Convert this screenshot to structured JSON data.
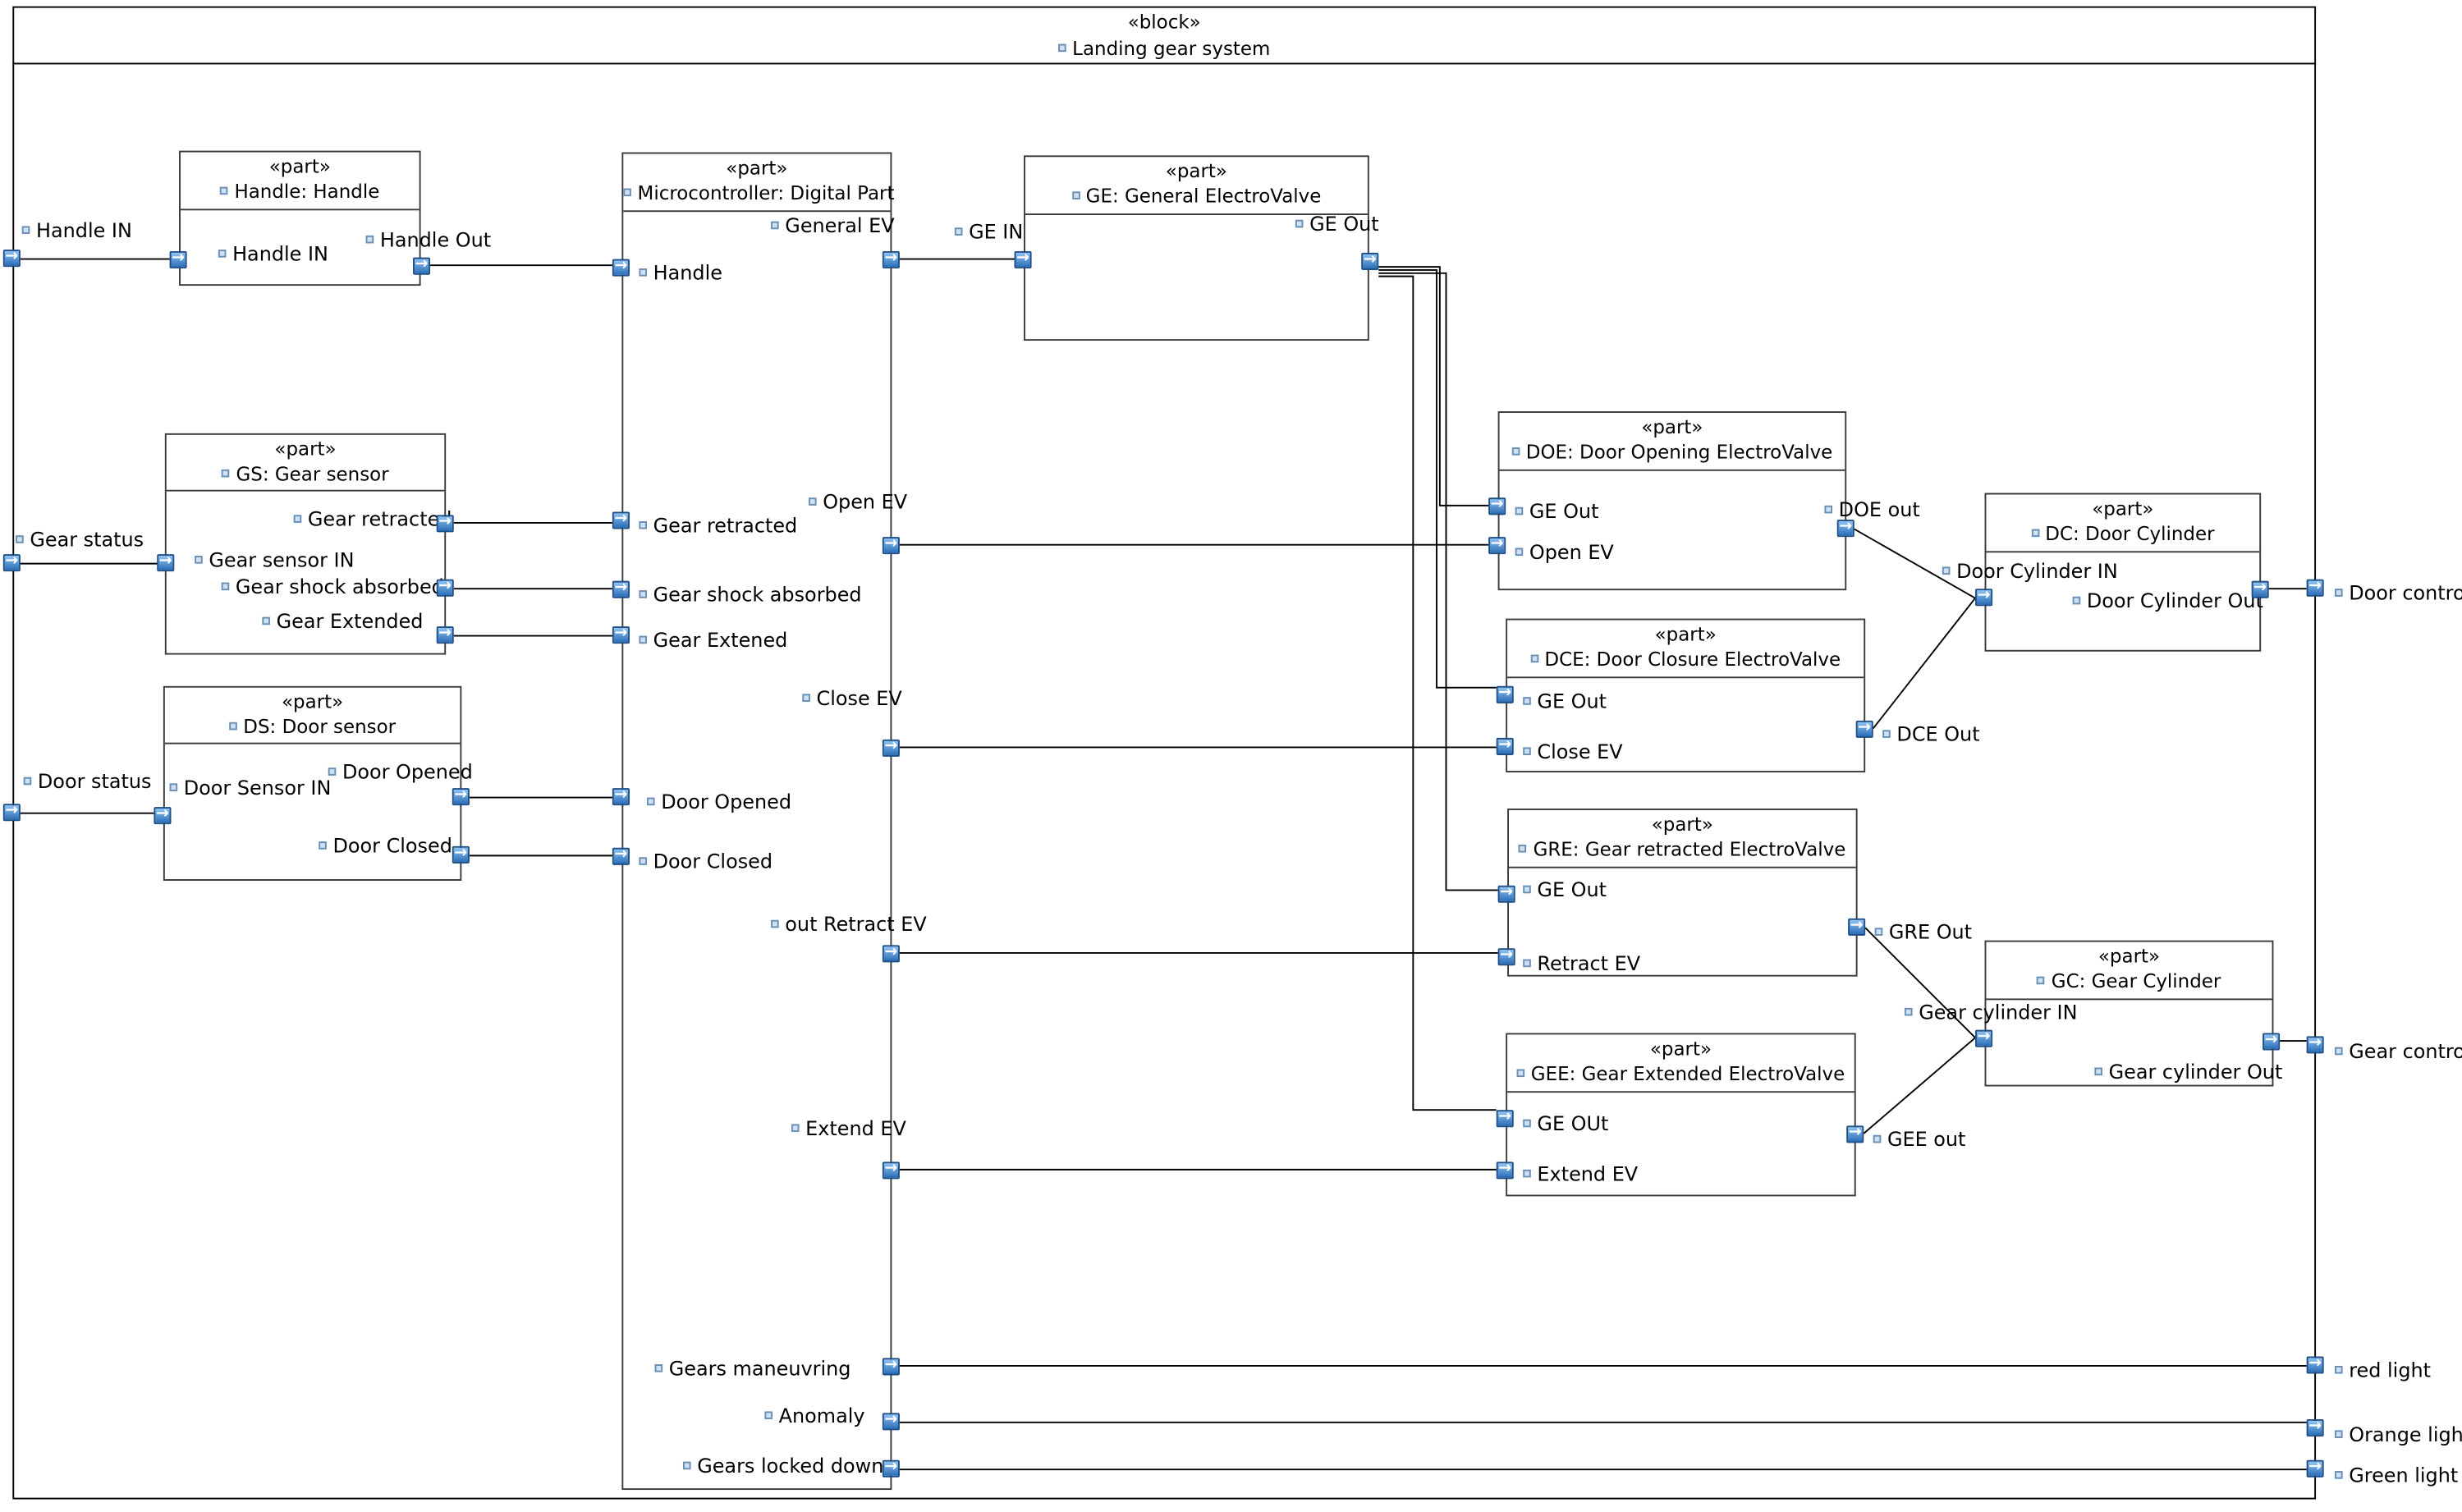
{
  "block": {
    "stereotype": "«block»",
    "name": "Landing gear system",
    "ports": {
      "handle_in": "Handle IN",
      "gear_status": "Gear status",
      "door_status": "Door status",
      "door_control": "Door control",
      "gear_control": "Gear control",
      "red_light": "red light",
      "orange_light": "Orange light",
      "green_light": "Green light"
    }
  },
  "parts": {
    "handle": {
      "stereotype": "«part»",
      "name": "Handle: Handle",
      "ports": {
        "in": "Handle IN",
        "out": "Handle Out"
      }
    },
    "gs": {
      "stereotype": "«part»",
      "name": "GS: Gear sensor",
      "ports": {
        "retracted": "Gear retracted",
        "in": "Gear sensor IN",
        "shock": "Gear shock absorbed",
        "extended": "Gear Extended"
      }
    },
    "ds": {
      "stereotype": "«part»",
      "name": "DS: Door sensor",
      "ports": {
        "opened": "Door Opened",
        "in": "Door Sensor IN",
        "closed": "Door Closed"
      }
    },
    "mc": {
      "stereotype": "«part»",
      "name": "Microcontroller: Digital Part",
      "ports": {
        "general_ev": "General EV",
        "handle": "Handle",
        "open_ev": "Open EV",
        "gear_retracted": "Gear retracted",
        "gear_shock": "Gear shock absorbed",
        "gear_extened": "Gear Extened",
        "close_ev": "Close EV",
        "door_opened": "Door Opened",
        "door_closed": "Door Closed",
        "out_retract_ev": "out Retract EV",
        "extend_ev": "Extend EV",
        "gears_maneuvring": "Gears maneuvring",
        "anomaly": "Anomaly",
        "gears_locked_down": "Gears locked down"
      }
    },
    "ge": {
      "stereotype": "«part»",
      "name": "GE: General ElectroValve",
      "ports": {
        "in": "GE IN",
        "out": "GE Out"
      }
    },
    "doe": {
      "stereotype": "«part»",
      "name": "DOE: Door Opening ElectroValve",
      "ports": {
        "ge_out": "GE Out",
        "open_ev": "Open EV",
        "out": "DOE out"
      }
    },
    "dce": {
      "stereotype": "«part»",
      "name": "DCE: Door Closure ElectroValve",
      "ports": {
        "ge_out": "GE Out",
        "close_ev": "Close EV",
        "out": "DCE Out"
      }
    },
    "gre": {
      "stereotype": "«part»",
      "name": "GRE: Gear retracted ElectroValve",
      "ports": {
        "ge_out": "GE Out",
        "retract_ev": "Retract EV",
        "out": "GRE Out"
      }
    },
    "gee": {
      "stereotype": "«part»",
      "name": "GEE: Gear Extended ElectroValve",
      "ports": {
        "ge_out": "GE OUt",
        "extend_ev": "Extend EV",
        "out": "GEE out"
      }
    },
    "dc": {
      "stereotype": "«part»",
      "name": "DC: Door Cylinder",
      "ports": {
        "in": "Door Cylinder IN",
        "out": "Door Cylinder Out"
      }
    },
    "gc": {
      "stereotype": "«part»",
      "name": "GC: Gear Cylinder",
      "ports": {
        "in": "Gear cylinder IN",
        "out": "Gear cylinder Out"
      }
    }
  }
}
